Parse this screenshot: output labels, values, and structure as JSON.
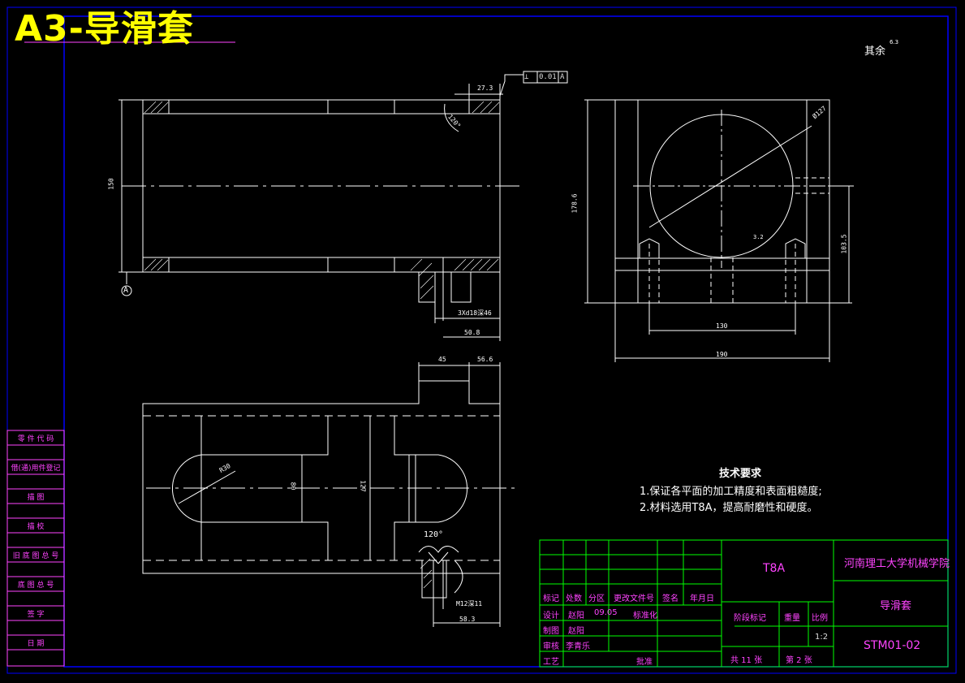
{
  "title": "A3-导滑套",
  "roughness_note": "其余",
  "roughness_value": "6.3",
  "tolerance_frame": {
    "symbol": "⊥",
    "value": "0.01",
    "datum": "A"
  },
  "datum_label": "A",
  "dims_view1": {
    "top_27": "27.3",
    "height_150": "150",
    "hole_note": "3Xd18深46",
    "bottom_50": "50.8",
    "angle_top": "120°"
  },
  "dims_view2": {
    "dia": "Ø127",
    "height_178": "178.6",
    "height_103": "103.5",
    "rough_small": "3.2",
    "width_130": "130",
    "width_190": "190"
  },
  "dims_view3": {
    "d45": "45",
    "d56": "56.6",
    "r30": "R30",
    "h80": "80",
    "h127": "127",
    "angle": "120°",
    "thread": "M12深11",
    "d58": "58.3"
  },
  "tech_req": {
    "heading": "技术要求",
    "items": [
      "1.保证各平面的加工精度和表面粗糙度;",
      "2.材料选用T8A，提高耐磨性和硬度。"
    ]
  },
  "side_table": [
    "零 件 代 码",
    "借(通)用件登记",
    "描 图",
    "描 校",
    "旧 底 图 总 号",
    "底 图 总 号",
    "签 字",
    "日 期"
  ],
  "title_block": {
    "material": "T8A",
    "school": "河南理工大学机械学院",
    "part_name": "导滑套",
    "drawing_no": "STM01-02",
    "header_row": [
      "标记",
      "处数",
      "分区",
      "更改文件号",
      "签名",
      "年月日"
    ],
    "row_design": [
      "设计",
      "赵阳",
      "09.05",
      "标准化"
    ],
    "row_draw": [
      "制图",
      "赵阳"
    ],
    "row_check": [
      "审核",
      "李青乐"
    ],
    "row_process": [
      "工艺",
      "批准"
    ],
    "stage_mark": "阶段标记",
    "weight": "重量",
    "scale_label": "比例",
    "scale": "1:2",
    "sheets_total": "共 11 张",
    "sheet_no": "第 2 张"
  },
  "colors": {
    "title": "#ffff00",
    "border": "#0000ff",
    "table": "#00ff00",
    "text": "#ff44ff",
    "line": "#ffffff"
  }
}
